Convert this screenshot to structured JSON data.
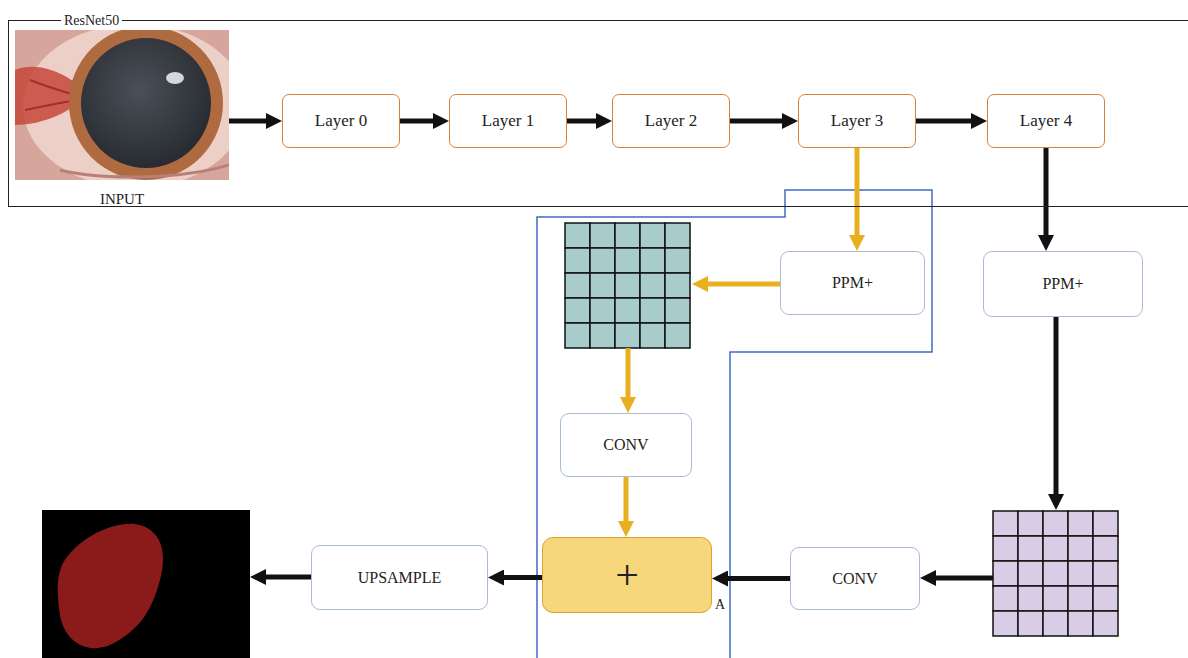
{
  "diagram": {
    "nodes": [
      {
        "text": [
          "ResNet50"
        ]
      },
      {
        "text": [
          "INPUT"
        ],
        "in": 0
      },
      {
        "text": [
          "Layer 0"
        ],
        "in": 0
      },
      {
        "text": [
          "Layer 1"
        ],
        "in": 0
      },
      {
        "text": [
          "Layer 2"
        ],
        "in": 0
      },
      {
        "text": [
          "Layer 3"
        ],
        "in": 0
      },
      {
        "text": [
          "Layer 4"
        ],
        "in": 0
      },
      {
        "text": [
          "PPM+"
        ]
      },
      {
        "text": [
          "PPM+"
        ]
      },
      {
        "text": [
          "CONV"
        ]
      },
      {
        "text": [
          "+"
        ]
      },
      {
        "text": [
          "CONV"
        ]
      },
      {
        "text": [
          "UPSAMPLE"
        ]
      }
    ],
    "edges": [
      {
        "from": 1,
        "to": 2,
        "arrow": "to"
      },
      {
        "from": 2,
        "to": 3,
        "arrow": "to"
      },
      {
        "from": 3,
        "to": 4,
        "arrow": "to"
      },
      {
        "from": 4,
        "to": 5,
        "arrow": "to"
      },
      {
        "from": 5,
        "to": 6,
        "arrow": "to"
      },
      {
        "from": 5,
        "to": 7,
        "arrow": "to"
      },
      {
        "from": 6,
        "to": 8,
        "arrow": "to"
      },
      {
        "from": 9,
        "to": 10,
        "arrow": "to"
      },
      {
        "from": 11,
        "to": 10,
        "arrow": "to"
      },
      {
        "from": 10,
        "to": 12,
        "arrow": "to"
      }
    ],
    "labels": [
      "A"
    ]
  }
}
